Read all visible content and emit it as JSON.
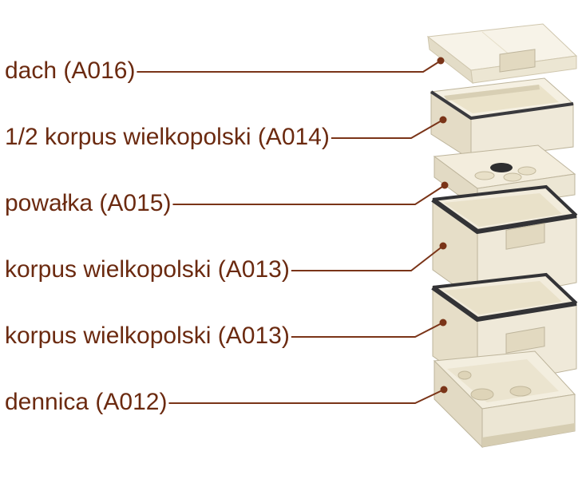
{
  "colors": {
    "label": "#6b2a10",
    "leader": "#7a3418",
    "box_face": "#efe9d9",
    "box_side": "#d9d1ba",
    "box_top": "#f6f2e6",
    "box_inner": "#e9e2cc",
    "rim": "#3a3a3e",
    "accent_dot": "#7a3418"
  },
  "parts": [
    {
      "id": "roof",
      "label": "dach (A016)"
    },
    {
      "id": "half-body",
      "label": "1/2 korpus wielkopolski (A014)"
    },
    {
      "id": "inner-cover",
      "label": "powałka (A015)"
    },
    {
      "id": "body-1",
      "label": "korpus wielkopolski (A013)"
    },
    {
      "id": "body-2",
      "label": "korpus wielkopolski (A013)"
    },
    {
      "id": "bottom-board",
      "label": "dennica (A012)"
    }
  ]
}
